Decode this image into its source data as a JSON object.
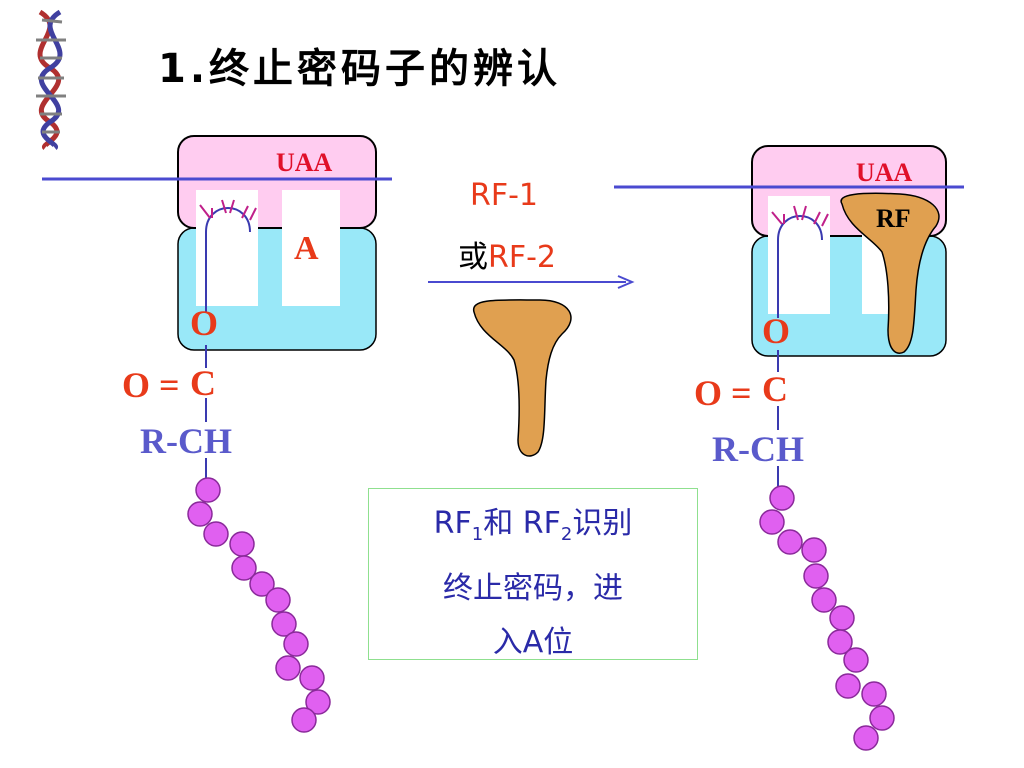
{
  "title": "1.终止密码子的辨认",
  "left_ribosome": {
    "codon": "UAA",
    "site_label": "A",
    "ester_oxygen": "O",
    "carbonyl": "O =",
    "carbon": "C",
    "alpha_carbon": "R-CH"
  },
  "right_ribosome": {
    "codon": "UAA",
    "factor_label": "RF",
    "ester_oxygen": "O",
    "carbonyl": "O =",
    "carbon": "C",
    "alpha_carbon": "R-CH"
  },
  "arrow": {
    "line1": "RF-1",
    "or_text": "或",
    "line2": "RF-2"
  },
  "note": {
    "rf": "RF",
    "sub1": "1",
    "he": "和 ",
    "sub2": "2",
    "rest1": "识别",
    "line2": "终止密码，进",
    "line3": "入A位"
  },
  "colors": {
    "large_subunit": "#ffccf0",
    "small_subunit": "#99e8f8",
    "mrna": "#4a4ad0",
    "release_factor": "#e0a050",
    "peptide_bead": "#e060f0"
  }
}
